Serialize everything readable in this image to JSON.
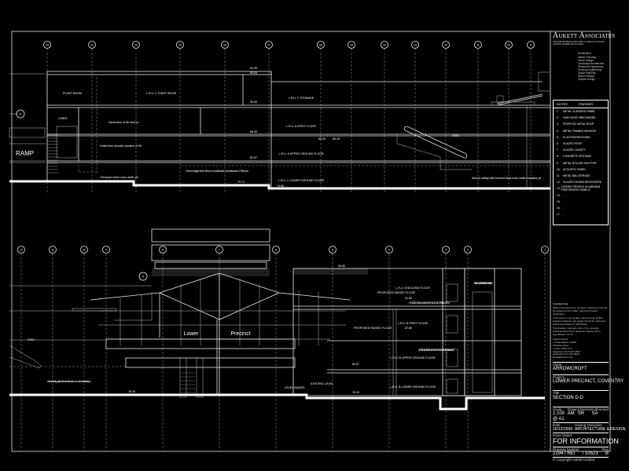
{
  "firm": {
    "name": "Aukett Associates",
    "offices": "AMSTERDAM BERLIN BRUSSELS DUBLIN GLASGOW LONDON MADRID MILAN PARIS",
    "disciplines": [
      "Architecture",
      "Master Planning",
      "Urban Design",
      "Landscape Architecture",
      "Structural Engineering",
      "Services Engineering",
      "Space Planning",
      "Interior Design",
      "Graphic Design"
    ]
  },
  "notes": {
    "header_notes": "NOTES",
    "header_finishes": "FINISHES",
    "items": [
      {
        "n": "1.",
        "t": "METAL CLADDING PANEL"
      },
      {
        "n": "2.",
        "t": "FAIR FACED BRICKWORK"
      },
      {
        "n": "3.",
        "t": "PROFILED METAL ROOF"
      },
      {
        "n": "4.",
        "t": "METAL FRAMED WINDOW"
      },
      {
        "n": "5.",
        "t": "PLASTER/DRYLINING"
      },
      {
        "n": "6.",
        "t": "GLAZED ROOF"
      },
      {
        "n": "7.",
        "t": "GLAZED CANOPY"
      },
      {
        "n": "8.",
        "t": "CONCRETE UPSTAND"
      },
      {
        "n": "9.",
        "t": "METAL ROLLER SHUTTER"
      },
      {
        "n": "10.",
        "t": "ACOUSTIC PANEL"
      },
      {
        "n": "11.",
        "t": "METAL BALUSTRADE"
      },
      {
        "n": "12.",
        "t": "GLAZED FACING BRICKWORK"
      },
      {
        "n": "13.",
        "t": "CURVED PROFILE ALUMINIUM PERFORATED PANELS"
      },
      {
        "n": "14.",
        "t": "-"
      },
      {
        "n": "15.",
        "t": "-"
      },
      {
        "n": "16.",
        "t": "-"
      },
      {
        "n": "17.",
        "t": "-"
      }
    ]
  },
  "title_block": {
    "important_note": "Important note",
    "note_lines": [
      "Where dimensions are not given, drawings must not be scaled and the matter referred to Aukett Associates.",
      "In the event of any detail or dimensional conflict between drawings, the matter should be referred to Aukett Associates for clarification.",
      "This drawing must also refer to the separate drawings/dimensions statement clause 100 in Specification A1.10."
    ],
    "address": [
      "Aukett Limited",
      "2 Great Eastern Wharf",
      "Parkgate Road",
      "London SW11 4TT",
      "Telephone 0171 924 0500",
      "Facsimile 0171 924 0000",
      "Email@aukett.com"
    ],
    "client_label": "Client",
    "client": "ARROWCROFT",
    "project_label": "Project",
    "project": "LOWER PRECINCT, COVENTRY",
    "title_label": "Title",
    "title": "SECTION D-D",
    "scale_label": "Scale",
    "scale": "1:100 @ A1",
    "drawn_label": "Drawn",
    "drawn": "AM",
    "checked_label": "Checked",
    "checked": "SR",
    "authorised_label": "Authorised",
    "authorised": "SA",
    "date_label": "Date",
    "date": "15/12/1999",
    "discipline_label": "Issuing Discipline",
    "discipline": "ARCHITECTURE & DESIGN",
    "status_label": "Issue Status",
    "status": "FOR INFORMATION",
    "drawing_no_label": "Drawing Number",
    "drawing_no_a": "2294 / RE/",
    "drawing_no_b": "/ 10523",
    "rev_label": "Rev",
    "rev": "B",
    "copyright": "© Copyright Aukett Limited"
  },
  "upper_section": {
    "grid": [
      "22",
      "21",
      "20",
      "19",
      "18",
      "17",
      "16",
      "15",
      "14",
      "13",
      "12",
      "11",
      "10",
      "9"
    ],
    "side_grid": "11",
    "labels": {
      "plant_room": "PLANT ROOM",
      "staff_room": "L.R.U. C STAFF ROOM",
      "storage": "L.R.U. C STORAGE",
      "first_floor": "L.R.U. A FIRST FLOOR",
      "upper_ground": "L.R.U. A UPPER GROUND FLOOR",
      "lower_ground": "L.R.U. C LOWER GROUND FLOOR",
      "lobby": "LOBBY",
      "ramp": "RAMP",
      "lift_overrun": "Dimension of lift overrun",
      "dotted_lift": "Dotted line denotes position of lift",
      "reduced_head": "Reduced head room under pit",
      "clear_height": "Clear height from floor to underside of bulkhead 2750mm",
      "ceiling_area": "Area of ceiling with reduced head-room under escalator pit",
      "void": "VOID",
      "levels": [
        "94.50",
        "93.00",
        "90.50",
        "86.53",
        "82.87",
        "79.71",
        "79.80",
        "86.53",
        "86.15"
      ]
    }
  },
  "lower_section": {
    "grid": [
      "12",
      "11",
      "10",
      "9",
      "8",
      "7",
      "6",
      "5",
      "4",
      "3",
      "2",
      "1"
    ],
    "callout": "6",
    "labels": {
      "lower": "Lower",
      "precinct": "Precinct",
      "second_floor": "L.R.U. B SECOND FLOOR",
      "first_floor": "L.R.U. B FIRST FLOOR",
      "upper_ground": "L.R.U. B UPPER GROUND FLOOR",
      "lower_ground": "L.R.U. B LOWER GROUND FLOOR",
      "raised_floor_1": "PROPOSED RAISED FLOOR",
      "raised_floor_2": "PROPOSED RAISED FLOOR",
      "horizontal_service": "HORIZONTAL MAIN SERVICE DISTRIBUTION",
      "vertical_service": "VERTICAL DISTRIBUTION OF SERVICES AND DRAINAGE",
      "fire_escape": "FIRE ESCAPE STAIR WITH DRY RISER",
      "level_raised": "LEVEL RAISED",
      "existing_level": "EXISTING LEVEL",
      "void": "VOID",
      "ceiling_area": "Area of ceiling with reduced head-room under escalator pit",
      "levels": [
        "78.15",
        "95.80",
        "91.60",
        "87.80",
        "83.87",
        "78.15"
      ]
    }
  }
}
